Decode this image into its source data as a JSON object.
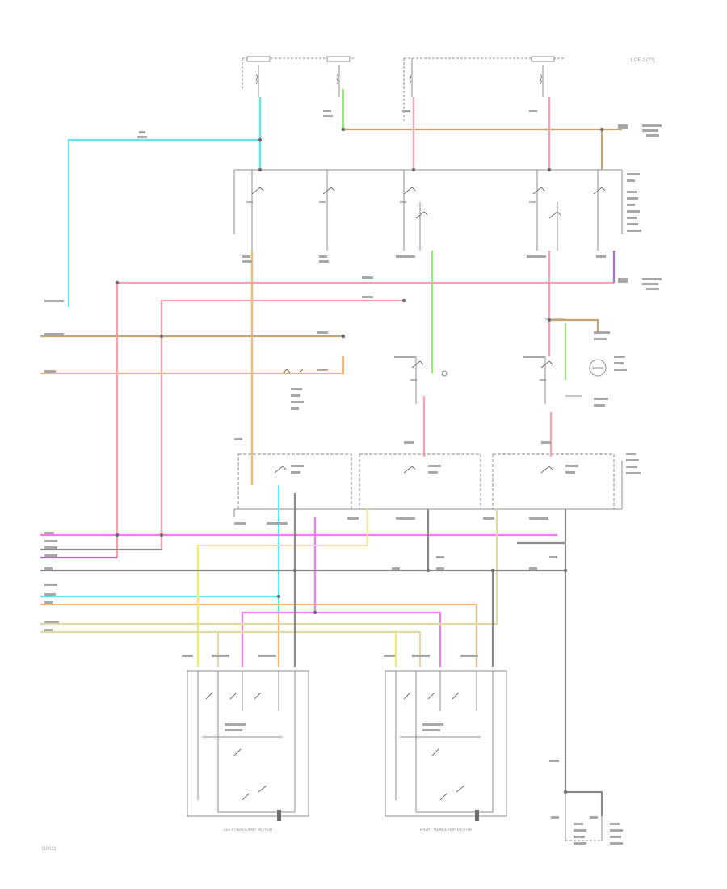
{
  "corner_label": "1 OF 2 (??)",
  "footer_code": "G0011",
  "colors": {
    "wire_cyan": "#5ee6ee",
    "wire_pink": "#f9a0ae",
    "wire_magenta": "#f07cf0",
    "wire_orange": "#f6b678",
    "wire_tan": "#c6a36e",
    "wire_green": "#9be87a",
    "wire_yellow": "#f2ea6e",
    "wire_purple": "#b06ad6",
    "wire_gray": "#8a8a8a",
    "wire_beige": "#e2d9a6",
    "line": "#8c8c8c"
  },
  "components": {
    "left_headlamp_motor": "LEFT HEADLAMP MOTOR",
    "right_headlamp_motor": "RIGHT HEADLAMP MOTOR"
  }
}
